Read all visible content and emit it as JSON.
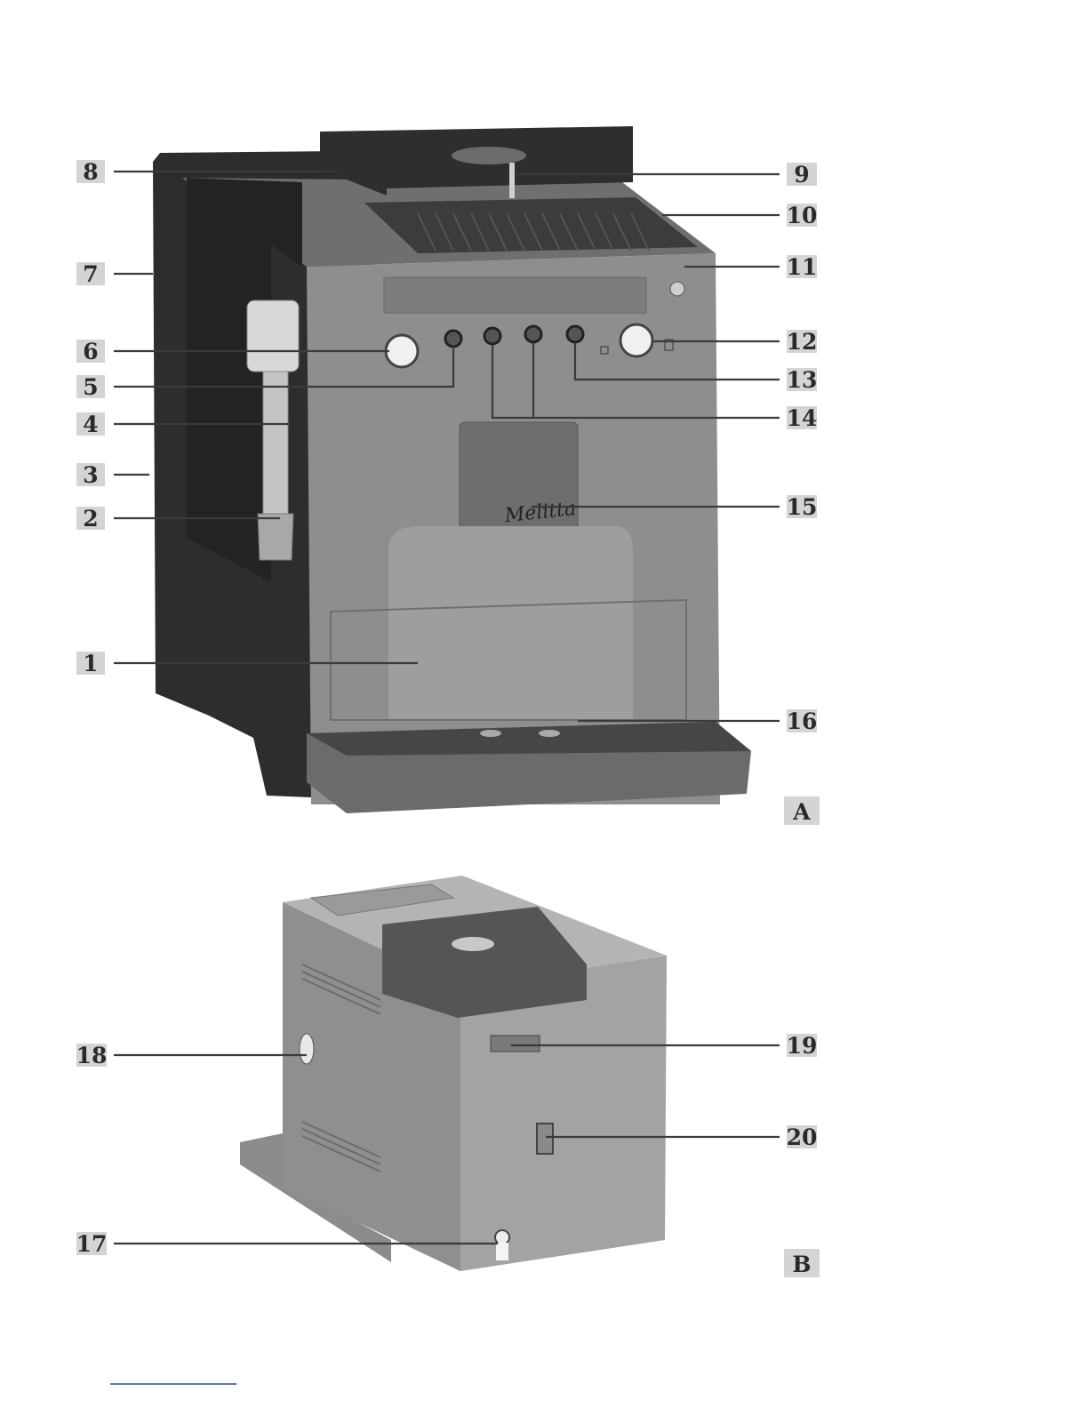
{
  "figure_a": {
    "label": "A",
    "callouts": [
      {
        "id": "callout-1",
        "number": "1"
      },
      {
        "id": "callout-2",
        "number": "2"
      },
      {
        "id": "callout-3",
        "number": "3"
      },
      {
        "id": "callout-4",
        "number": "4"
      },
      {
        "id": "callout-5",
        "number": "5"
      },
      {
        "id": "callout-6",
        "number": "6"
      },
      {
        "id": "callout-7",
        "number": "7"
      },
      {
        "id": "callout-8",
        "number": "8"
      },
      {
        "id": "callout-9",
        "number": "9"
      },
      {
        "id": "callout-10",
        "number": "10"
      },
      {
        "id": "callout-11",
        "number": "11"
      },
      {
        "id": "callout-12",
        "number": "12"
      },
      {
        "id": "callout-13",
        "number": "13"
      },
      {
        "id": "callout-14",
        "number": "14"
      },
      {
        "id": "callout-15",
        "number": "15"
      },
      {
        "id": "callout-16",
        "number": "16"
      }
    ]
  },
  "figure_b": {
    "label": "B",
    "callouts": [
      {
        "id": "callout-17",
        "number": "17"
      },
      {
        "id": "callout-18",
        "number": "18"
      },
      {
        "id": "callout-19",
        "number": "19"
      },
      {
        "id": "callout-20",
        "number": "20"
      }
    ]
  },
  "colors": {
    "body_grey": "#8c8c8c",
    "dark_side": "#2b2b2b",
    "label_box": "#d4d4d4"
  }
}
